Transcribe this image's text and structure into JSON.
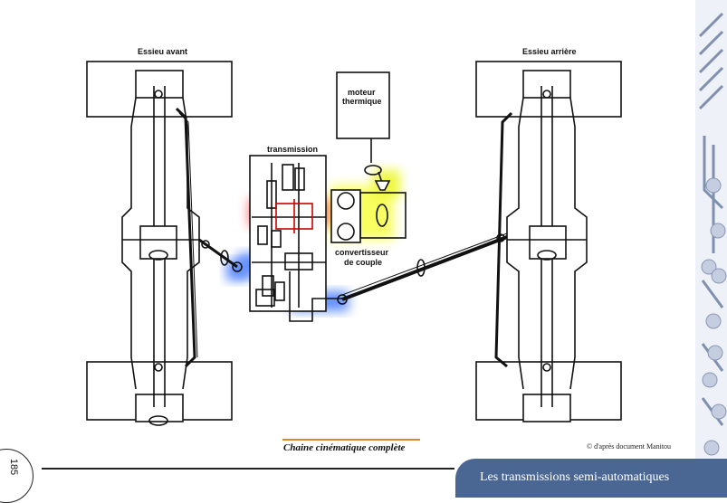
{
  "labels": {
    "front_axle": "Essieu avant",
    "rear_axle": "Essieu arrière",
    "engine_line1": "moteur",
    "engine_line2": "thermique",
    "transmission": "transmission",
    "converter_line1": "convertisseur",
    "converter_line2": "de couple"
  },
  "caption": "Chaine cinématique complète",
  "source": "© d'après document Manitou",
  "page_number": "185",
  "footer_title": "Les transmissions semi-automatiques",
  "colors": {
    "footer_banner": "#4a6794",
    "caption_rule": "#d48a2b",
    "highlight_red": "#ff3b3b",
    "highlight_yellow": "#e9f500",
    "highlight_blue": "#2f6bff",
    "decor_circuit": "#9fb0c9"
  }
}
